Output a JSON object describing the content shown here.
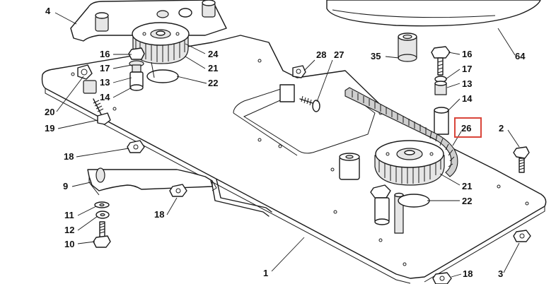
{
  "callouts": {
    "n4": "4",
    "n16a": "16",
    "n17a": "17",
    "n13a": "13",
    "n14a": "14",
    "n24": "24",
    "n21a": "21",
    "n22a": "22",
    "n20": "20",
    "n19": "19",
    "n28": "28",
    "n27": "27",
    "n35": "35",
    "n16b": "16",
    "n17b": "17",
    "n13b": "13",
    "n14b": "14",
    "n26": "26",
    "n64": "64",
    "n2": "2",
    "n18a": "18",
    "n9": "9",
    "n11": "11",
    "n12": "12",
    "n10": "10",
    "n18b": "18",
    "n21b": "21",
    "n22b": "22",
    "n1": "1",
    "n18c": "18",
    "n3": "3"
  },
  "highlight_color": "#d9453a"
}
